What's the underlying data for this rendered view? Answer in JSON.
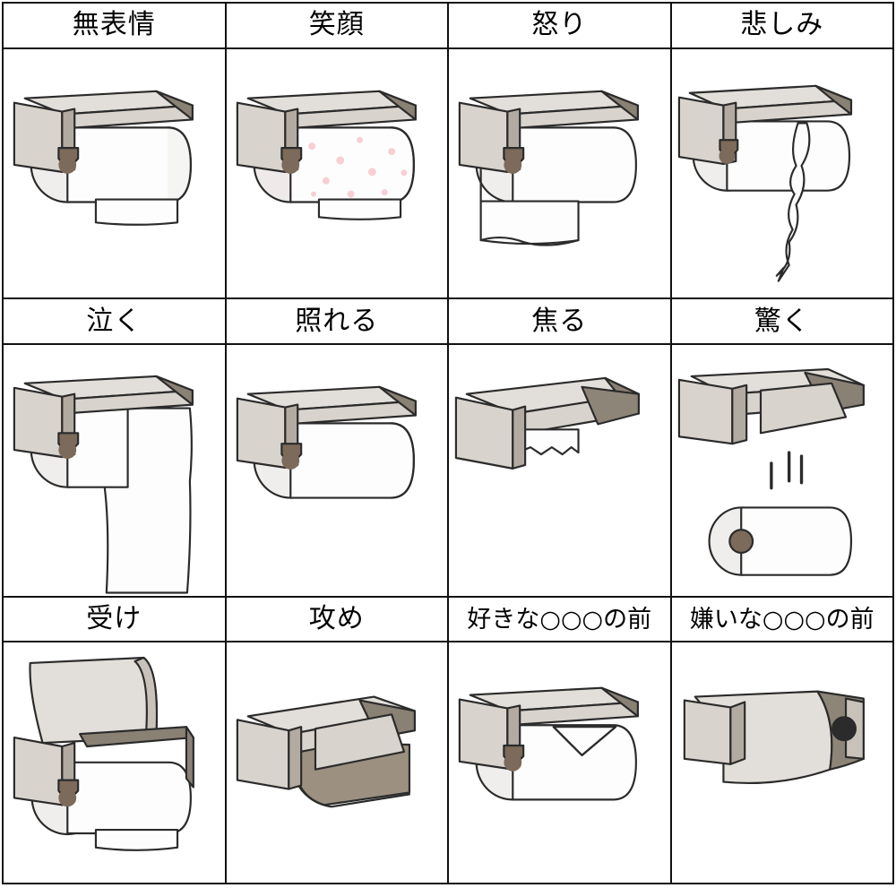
{
  "meta": {
    "title": "トイレットペーパーホルダー 表情バリエーション",
    "grid": {
      "columns": 4,
      "rows": 3
    },
    "colors": {
      "outline": "#2b2b2b",
      "grid_border": "#111111",
      "cover_top": "#e2ded9",
      "cover_face": "#d8d3cd",
      "cover_shadow": "#8a8175",
      "cover_dark": "#7d7466",
      "paper_white": "#fdfdfd",
      "paper_shade": "#ededed",
      "roll_core": "#7c6a5a",
      "roll_side": "#efeeec",
      "pattern_pink": "#f7cfd4",
      "background": "#ffffff"
    }
  },
  "cells": [
    {
      "id": "mu-hyoujou",
      "row": 1,
      "col": 1,
      "label": "無表情",
      "icon": "toilet-paper-holder-neutral",
      "description": "閉じたカバー、紙は出ていない"
    },
    {
      "id": "egao",
      "row": 1,
      "col": 2,
      "label": "笑顔",
      "icon": "toilet-paper-holder-smile",
      "description": "花柄模様の紙",
      "pattern": "pink-flowers"
    },
    {
      "id": "ikari",
      "row": 1,
      "col": 3,
      "label": "怒り",
      "icon": "toilet-paper-holder-angry",
      "description": "紙が短く垂れている"
    },
    {
      "id": "kanashimi",
      "row": 1,
      "col": 4,
      "label": "悲しみ",
      "icon": "toilet-paper-holder-sad",
      "description": "紙が破れて長く垂れている"
    },
    {
      "id": "naku",
      "row": 2,
      "col": 1,
      "label": "泣く",
      "icon": "toilet-paper-holder-crying",
      "description": "紙が非常に長く流れ落ちている"
    },
    {
      "id": "tereru",
      "row": 2,
      "col": 2,
      "label": "照れる",
      "icon": "toilet-paper-holder-shy",
      "description": "紙が少しだけ出ている"
    },
    {
      "id": "aseru",
      "row": 2,
      "col": 3,
      "label": "焦る",
      "icon": "toilet-paper-holder-panic",
      "description": "紙の端がちぎれている"
    },
    {
      "id": "odoroku",
      "row": 2,
      "col": 4,
      "label": "驚く",
      "icon": "toilet-paper-holder-surprised",
      "description": "ロールが落下、勢い線あり"
    },
    {
      "id": "uke",
      "row": 3,
      "col": 1,
      "label": "受け",
      "icon": "toilet-paper-holder-lid-up",
      "description": "カバーが上に開いている"
    },
    {
      "id": "seme",
      "row": 3,
      "col": 2,
      "label": "攻め",
      "icon": "toilet-paper-holder-empty-tilted",
      "description": "ロールがなく空の状態"
    },
    {
      "id": "suki-no-mae",
      "row": 3,
      "col": 3,
      "label": "好きな○○○の前",
      "icon": "toilet-paper-holder-triangle-fold",
      "description": "紙の先が三角に折られている"
    },
    {
      "id": "kirai-no-mae",
      "row": 3,
      "col": 4,
      "label": "嫌いな○○○の前",
      "icon": "toilet-paper-holder-empty-spindle",
      "description": "芯だけ残り穴が見えている"
    }
  ]
}
